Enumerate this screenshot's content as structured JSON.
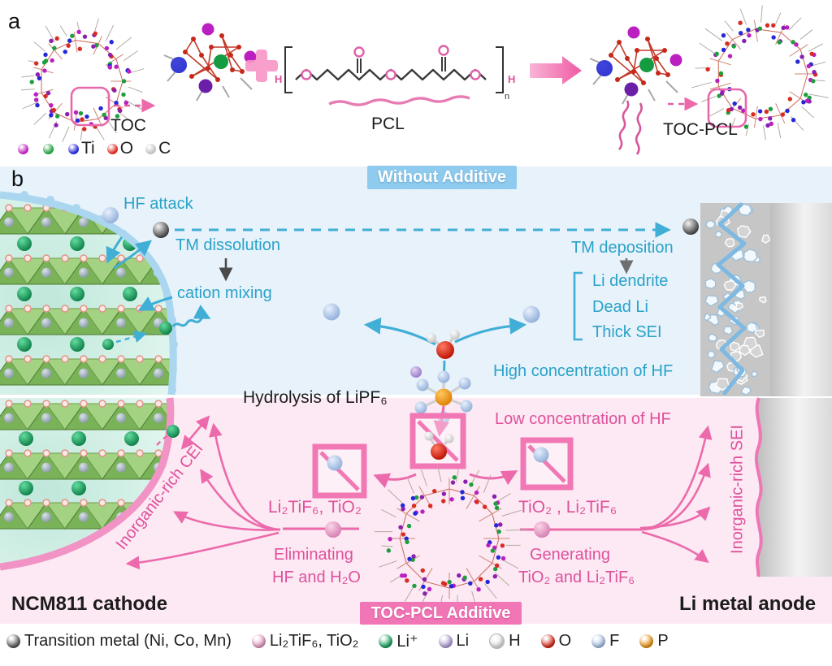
{
  "panel_a": {
    "label": "a",
    "toc_label": "TOC",
    "pcl_label": "PCL",
    "toc_pcl_label": "TOC-PCL",
    "pcl_labels": {
      "left_h": "H",
      "right_h": "H",
      "n": "n"
    },
    "legend": [
      {
        "color": "#bb1fc0",
        "label": ""
      },
      {
        "color": "#1f9e3c",
        "label": ""
      },
      {
        "color": "#2428d8",
        "label": "Ti"
      },
      {
        "color": "#d92b22",
        "label": "O"
      },
      {
        "color": "#c2c2c2",
        "label": "C"
      }
    ]
  },
  "panel_b": {
    "label": "b",
    "banner_top": "Without Additive",
    "banner_bottom": "TOC-PCL Additive",
    "cathode_label": "NCM811 cathode",
    "anode_label": "Li metal anode",
    "hydrolysis_label": "Hydrolysis of LiPF₆",
    "top": {
      "hf_attack": "HF attack",
      "tm_dissolution": "TM dissolution",
      "cation_mixing": "cation mixing",
      "tm_deposition": "TM deposition",
      "li_dendrite": "Li dendrite",
      "dead_li": "Dead Li",
      "thick_sei": "Thick SEI",
      "high_hf": "High concentration of HF"
    },
    "bottom": {
      "low_hf": "Low concentration of HF",
      "cei_label": "Inorganic-rich CEI",
      "sei_label": "Inorganic-rich SEI",
      "left_products": "Li₂TiF₆,  TiO₂",
      "eliminating_line1": "Eliminating",
      "eliminating_line2": "HF and H₂O",
      "right_products": "TiO₂ ,  Li₂TiF₆",
      "generating_line1": "Generating",
      "generating_line2": "TiO₂ and Li₂TiF₆"
    }
  },
  "legend_bottom": [
    {
      "name": "transition-metal",
      "color": "#5a5a5a",
      "label": "Transition metal (Ni, Co, Mn)"
    },
    {
      "name": "li2tif6-tio2",
      "color": "#e79cc6",
      "label": "Li₂TiF₆, TiO₂"
    },
    {
      "name": "li-ion",
      "color": "#13a35b",
      "label": "Li⁺"
    },
    {
      "name": "li",
      "color": "#b49fd9",
      "label": "Li"
    },
    {
      "name": "h",
      "color": "#e9e9e9",
      "label": "H"
    },
    {
      "name": "o",
      "color": "#d92413",
      "label": "O"
    },
    {
      "name": "f",
      "color": "#a9c5e9",
      "label": "F"
    },
    {
      "name": "p",
      "color": "#f0930e",
      "label": "P"
    }
  ],
  "colors": {
    "teal_text": "#2aa2c8",
    "teal_arrow": "#41aed6",
    "pink_text": "#e0519c",
    "pink_arrow": "#ec6aab",
    "pink_box": "#f178b4",
    "banner_top_bg": "#8fcbee",
    "banner_bottom_bg": "#f176b6",
    "bg_top": "#e7f2fb",
    "bg_bottom": "#fce9f3"
  }
}
